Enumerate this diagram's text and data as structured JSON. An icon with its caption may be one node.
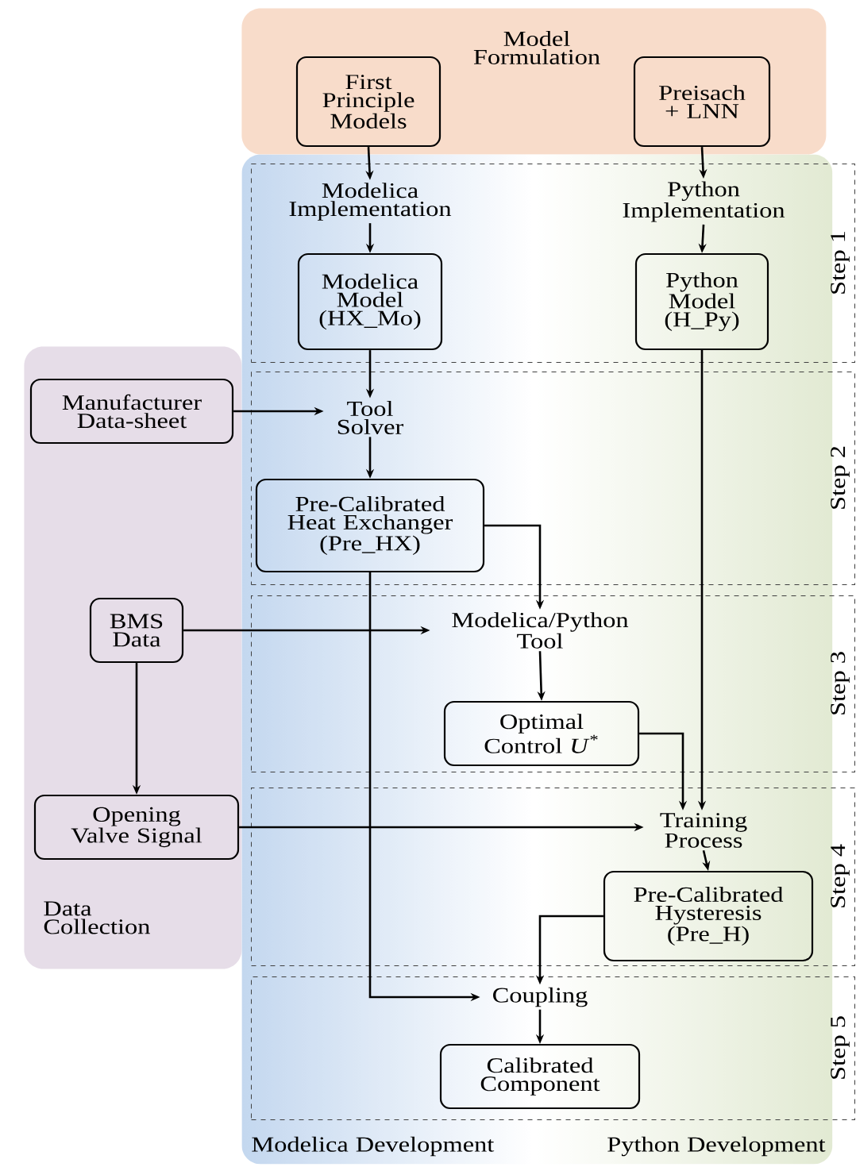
{
  "diagram": {
    "nodes": [
      {
        "text": [
          "Model Formulation"
        ]
      },
      {
        "text": [
          "First Principle Models"
        ],
        "in": 0
      },
      {
        "text": [
          "Preisach + LNN"
        ],
        "in": 0
      },
      {
        "text": [
          "Data Collection"
        ]
      },
      {
        "text": [
          "Manufacturer Data-sheet"
        ],
        "in": 3
      },
      {
        "text": [
          "BMS Data"
        ],
        "in": 3
      },
      {
        "text": [
          "Opening Valve Signal"
        ],
        "in": 3
      },
      {
        "text": [
          "Modelica Development",
          "Python Development"
        ]
      },
      {
        "text": [
          "Step 1"
        ]
      },
      {
        "text": [
          "Modelica Implementation"
        ],
        "in": 8
      },
      {
        "text": [
          "Python Implementation"
        ],
        "in": 8
      },
      {
        "text": [
          "Modelica Model (HX_Mo)"
        ],
        "in": 8
      },
      {
        "text": [
          "Python Model (H_Py)"
        ],
        "in": 8
      },
      {
        "text": [
          "Step 2"
        ]
      },
      {
        "text": [
          "Tool Solver"
        ],
        "in": 13
      },
      {
        "text": [
          "Pre-Calibrated Heat Exchanger (Pre_HX)"
        ],
        "in": 13
      },
      {
        "text": [
          "Step 3"
        ]
      },
      {
        "text": [
          "Modelica/Python Tool"
        ],
        "in": 16
      },
      {
        "text": [
          "Optimal Control *U*$^{*}$"
        ],
        "in": 16
      },
      {
        "text": [
          "Step 4"
        ]
      },
      {
        "text": [
          "Training Process"
        ],
        "in": 19
      },
      {
        "text": [
          "Pre-Calibrated Hysteresis (Pre_H)"
        ],
        "in": 19
      },
      {
        "text": [
          "Step 5"
        ]
      },
      {
        "text": [
          "Coupling"
        ],
        "in": 22
      },
      {
        "text": [
          "Calibrated Component"
        ],
        "in": 22
      }
    ],
    "edges": [
      {
        "from": 1,
        "to": 9,
        "arrow": "to"
      },
      {
        "from": 2,
        "to": 10,
        "arrow": "to"
      },
      {
        "from": 9,
        "to": 11,
        "arrow": "to"
      },
      {
        "from": 10,
        "to": 12,
        "arrow": "to"
      },
      {
        "from": 11,
        "to": 14,
        "arrow": "to"
      },
      {
        "from": 4,
        "to": 14,
        "arrow": "to"
      },
      {
        "from": 14,
        "to": 15,
        "arrow": "to"
      },
      {
        "from": 15,
        "to": 17,
        "arrow": "to"
      },
      {
        "from": 12,
        "to": 20,
        "arrow": "to"
      },
      {
        "from": 5,
        "to": 17,
        "arrow": "to"
      },
      {
        "from": 5,
        "to": 6,
        "arrow": "to"
      },
      {
        "from": 17,
        "to": 18,
        "arrow": "to"
      },
      {
        "from": 18,
        "to": 20,
        "arrow": "to"
      },
      {
        "from": 6,
        "to": 20,
        "arrow": "to"
      },
      {
        "from": 20,
        "to": 21,
        "arrow": "to"
      },
      {
        "from": 21,
        "to": 23,
        "arrow": "to"
      },
      {
        "from": 15,
        "to": 23,
        "arrow": "to"
      },
      {
        "from": 23,
        "to": 24,
        "arrow": "to"
      }
    ]
  }
}
